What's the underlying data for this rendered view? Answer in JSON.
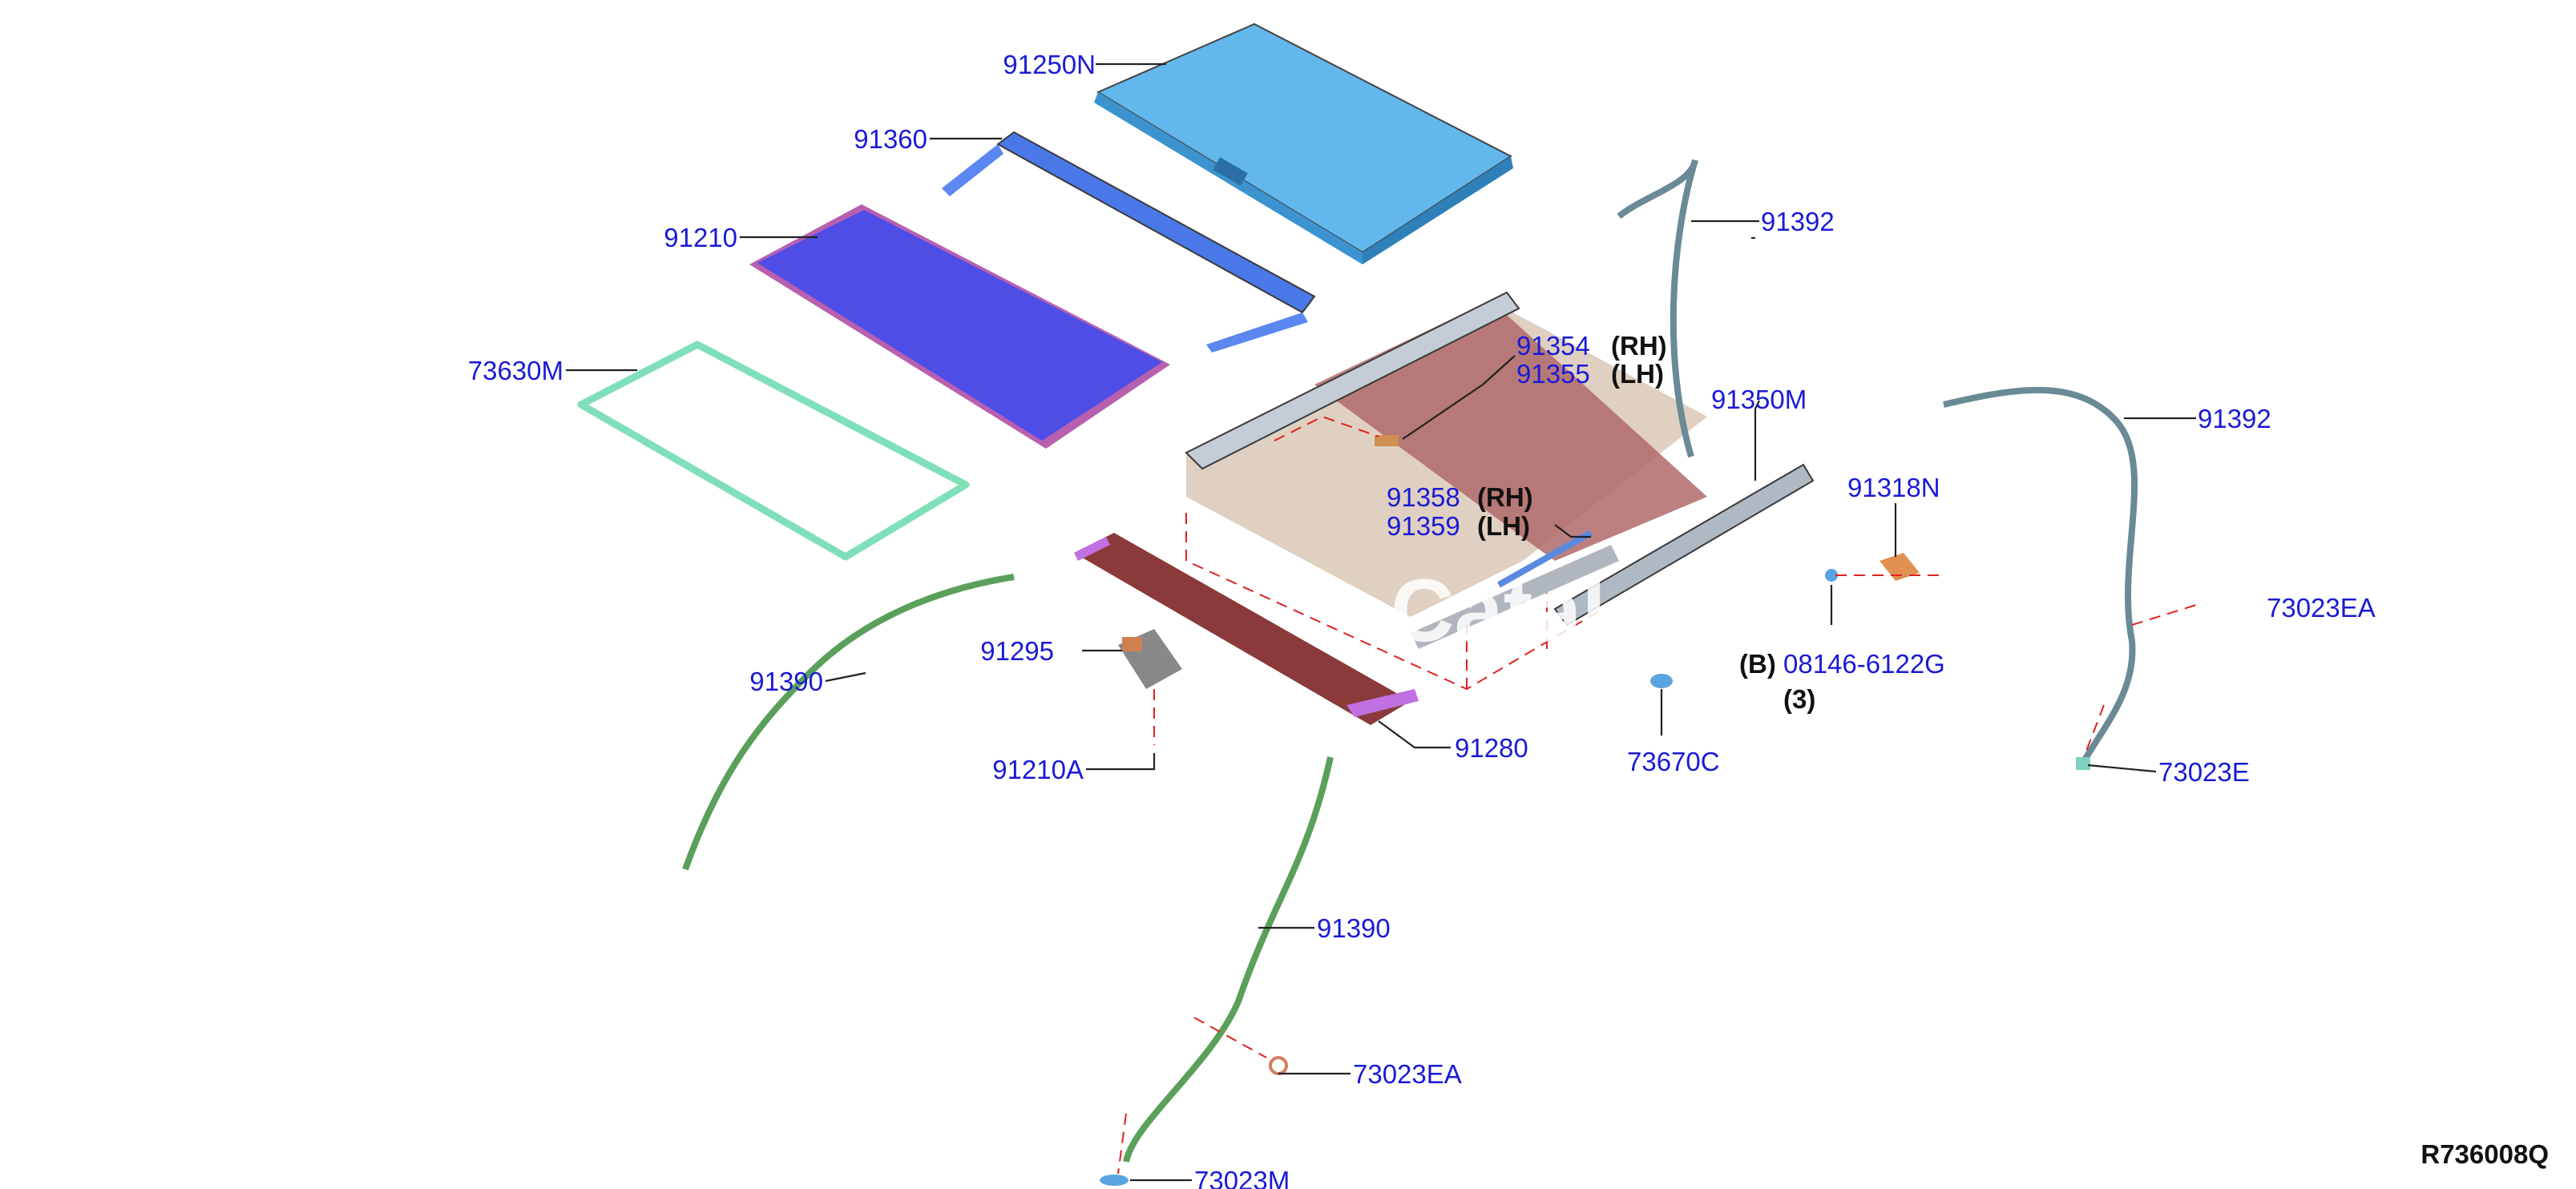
{
  "diagram": {
    "ref_code": "R736008Q",
    "watermark": "Catal",
    "colors": {
      "label": "#1a1ad6",
      "leader": "#222222",
      "dashed": "#e02020",
      "sunshade": "#5ab4ec",
      "glass": "#4e4ee6",
      "seal": "#7fe0b8",
      "frame": "#c9b39c",
      "crossbar": "#b06a6a",
      "rail": "#aeb9c4",
      "hose": "#5aa05a",
      "drain": "#6a8a96"
    },
    "callouts": [
      {
        "id": "c1",
        "text": "91250N"
      },
      {
        "id": "c2",
        "text": "91360"
      },
      {
        "id": "c3",
        "text": "91210"
      },
      {
        "id": "c4",
        "text": "73630M"
      },
      {
        "id": "c5",
        "text": "91392"
      },
      {
        "id": "c6",
        "text": "91354",
        "suffix": "(RH)"
      },
      {
        "id": "c7",
        "text": "91355",
        "suffix": "(LH)"
      },
      {
        "id": "c8",
        "text": "91350M"
      },
      {
        "id": "c9",
        "text": "91392"
      },
      {
        "id": "c10",
        "text": "91358",
        "suffix": "(RH)"
      },
      {
        "id": "c11",
        "text": "91359",
        "suffix": "(LH)"
      },
      {
        "id": "c12",
        "text": "91318N"
      },
      {
        "id": "c13",
        "text": "73023EA"
      },
      {
        "id": "c14",
        "text": "91390"
      },
      {
        "id": "c15",
        "text": "91295"
      },
      {
        "id": "c16",
        "text": "08146-6122G",
        "prefix": "(B)",
        "qty": "(3)"
      },
      {
        "id": "c17",
        "text": "91210A"
      },
      {
        "id": "c18",
        "text": "91280"
      },
      {
        "id": "c19",
        "text": "73670C"
      },
      {
        "id": "c20",
        "text": "73023E"
      },
      {
        "id": "c21",
        "text": "91390"
      },
      {
        "id": "c22",
        "text": "73023EA"
      },
      {
        "id": "c23",
        "text": "73023M"
      }
    ]
  }
}
